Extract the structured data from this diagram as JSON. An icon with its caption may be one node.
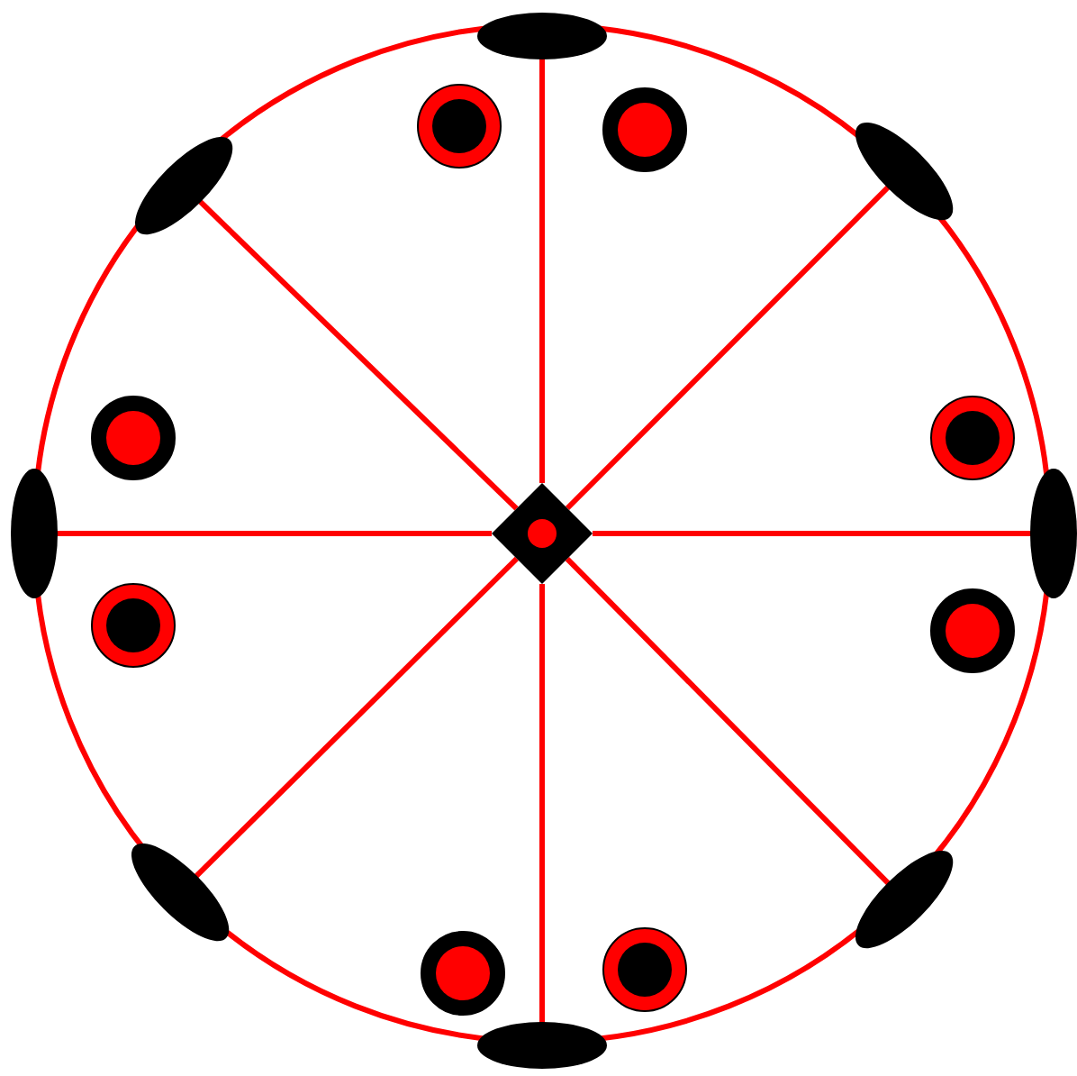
{
  "diagram": {
    "nodes": [
      {
        "text": [],
        "shape": "diamond"
      },
      {
        "text": [],
        "shape": "ellipse"
      },
      {
        "text": [],
        "shape": "ellipse"
      },
      {
        "text": [],
        "shape": "ellipse"
      },
      {
        "text": [],
        "shape": "ellipse"
      },
      {
        "text": [],
        "shape": "ellipse"
      },
      {
        "text": [],
        "shape": "ellipse"
      },
      {
        "text": [],
        "shape": "ellipse"
      },
      {
        "text": [],
        "shape": "ellipse"
      },
      {
        "text": [],
        "shape": "circle"
      },
      {
        "text": [],
        "shape": "circle"
      },
      {
        "text": [],
        "shape": "circle"
      },
      {
        "text": [],
        "shape": "circle"
      },
      {
        "text": [],
        "shape": "circle"
      },
      {
        "text": [],
        "shape": "circle"
      },
      {
        "text": [],
        "shape": "circle"
      },
      {
        "text": [],
        "shape": "circle"
      }
    ],
    "edges": [
      {
        "from": 0,
        "to": 1,
        "arrow": "none"
      },
      {
        "from": 0,
        "to": 2,
        "arrow": "none"
      },
      {
        "from": 0,
        "to": 3,
        "arrow": "none"
      },
      {
        "from": 0,
        "to": 4,
        "arrow": "none"
      },
      {
        "from": 0,
        "to": 5,
        "arrow": "none"
      },
      {
        "from": 0,
        "to": 6,
        "arrow": "none"
      },
      {
        "from": 0,
        "to": 7,
        "arrow": "none"
      },
      {
        "from": 0,
        "to": 8,
        "arrow": "none"
      }
    ]
  }
}
